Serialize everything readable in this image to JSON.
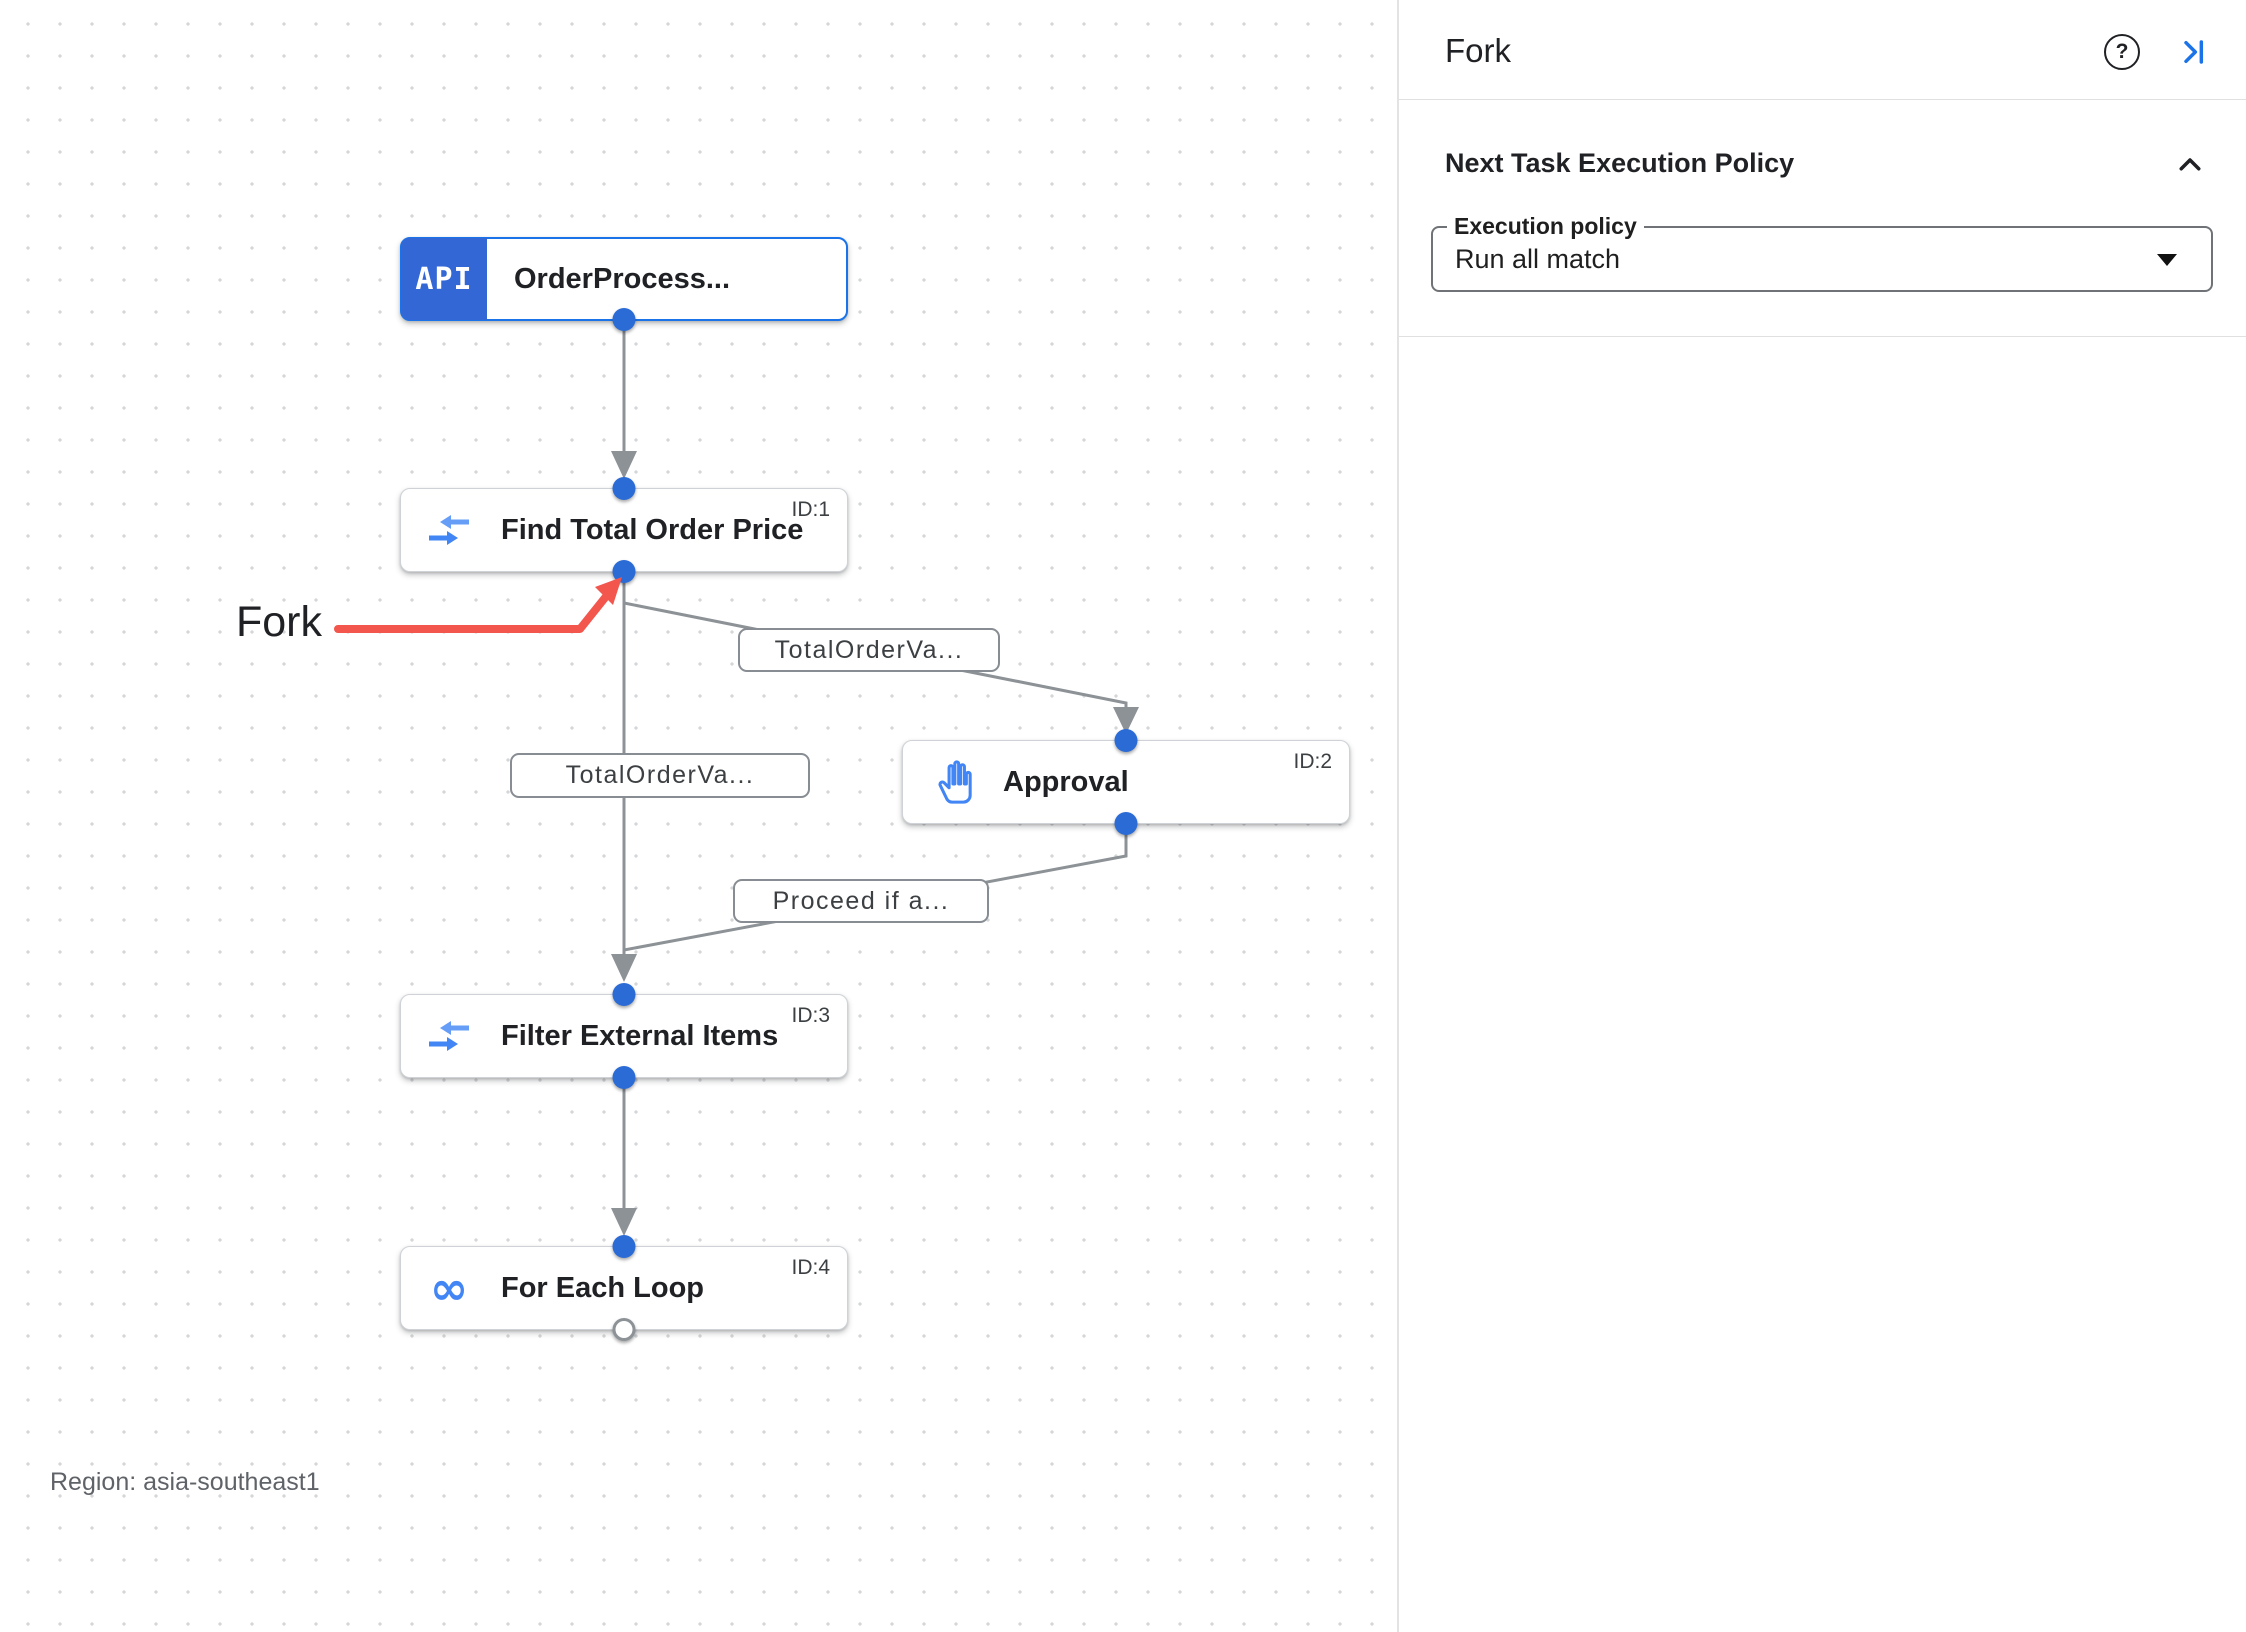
{
  "panel": {
    "title": "Fork",
    "help_label": "?",
    "section_title": "Next Task Execution Policy",
    "field_label": "Execution policy",
    "field_value": "Run all match"
  },
  "canvas": {
    "region": "Region: asia-southeast1",
    "annotation": "Fork",
    "nodes": [
      {
        "badge": "API",
        "label": "OrderProcess...",
        "id": ""
      },
      {
        "label": "Find Total Order Price",
        "id": "ID:1"
      },
      {
        "label": "Approval",
        "id": "ID:2"
      },
      {
        "label": "Filter External Items",
        "id": "ID:3"
      },
      {
        "label": "For Each Loop",
        "id": "ID:4"
      }
    ],
    "edge_labels": [
      "TotalOrderVa...",
      "TotalOrderVa...",
      "Proceed if a..."
    ],
    "for_each_icon_glyph": "∞"
  },
  "colors": {
    "accent_blue": "#1a73e8",
    "port_blue": "#2b6bd6",
    "api_badge_blue": "#3367d6",
    "edge_gray": "#8d9297",
    "annotation_red": "#f2564d"
  }
}
